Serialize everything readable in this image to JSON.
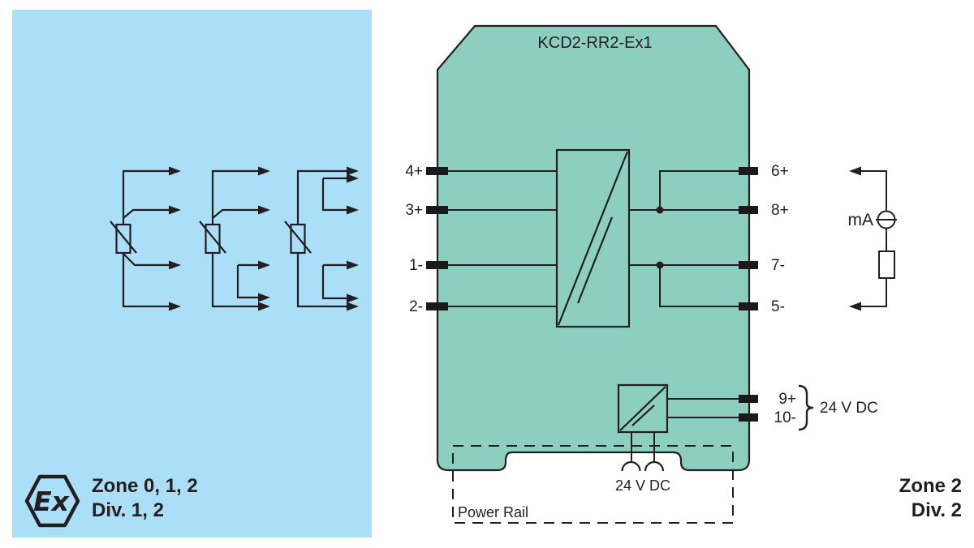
{
  "colors": {
    "hazardous_area_bg": "#abdff7",
    "module_body_fill": "#8ccfc0",
    "line_color": "#231f20"
  },
  "hazardous_area": {
    "ex_logo_text": "Ex",
    "zone_label": "Zone 0, 1, 2",
    "division_label": "Div. 1, 2"
  },
  "safe_area": {
    "zone_label": "Zone 2",
    "division_label": "Div. 2"
  },
  "module": {
    "title": "KCD2-RR2-Ex1",
    "input_terminals": [
      "4+",
      "3+",
      "1-",
      "2-"
    ],
    "output_terminals": [
      "6+",
      "8+",
      "7-",
      "5-"
    ],
    "power_terminals": [
      "9+",
      "10-"
    ],
    "power_supply_voltage": "24 V DC",
    "output_meter_label": "mA",
    "power_rail": {
      "label": "Power Rail",
      "voltage": "24 V DC"
    }
  }
}
